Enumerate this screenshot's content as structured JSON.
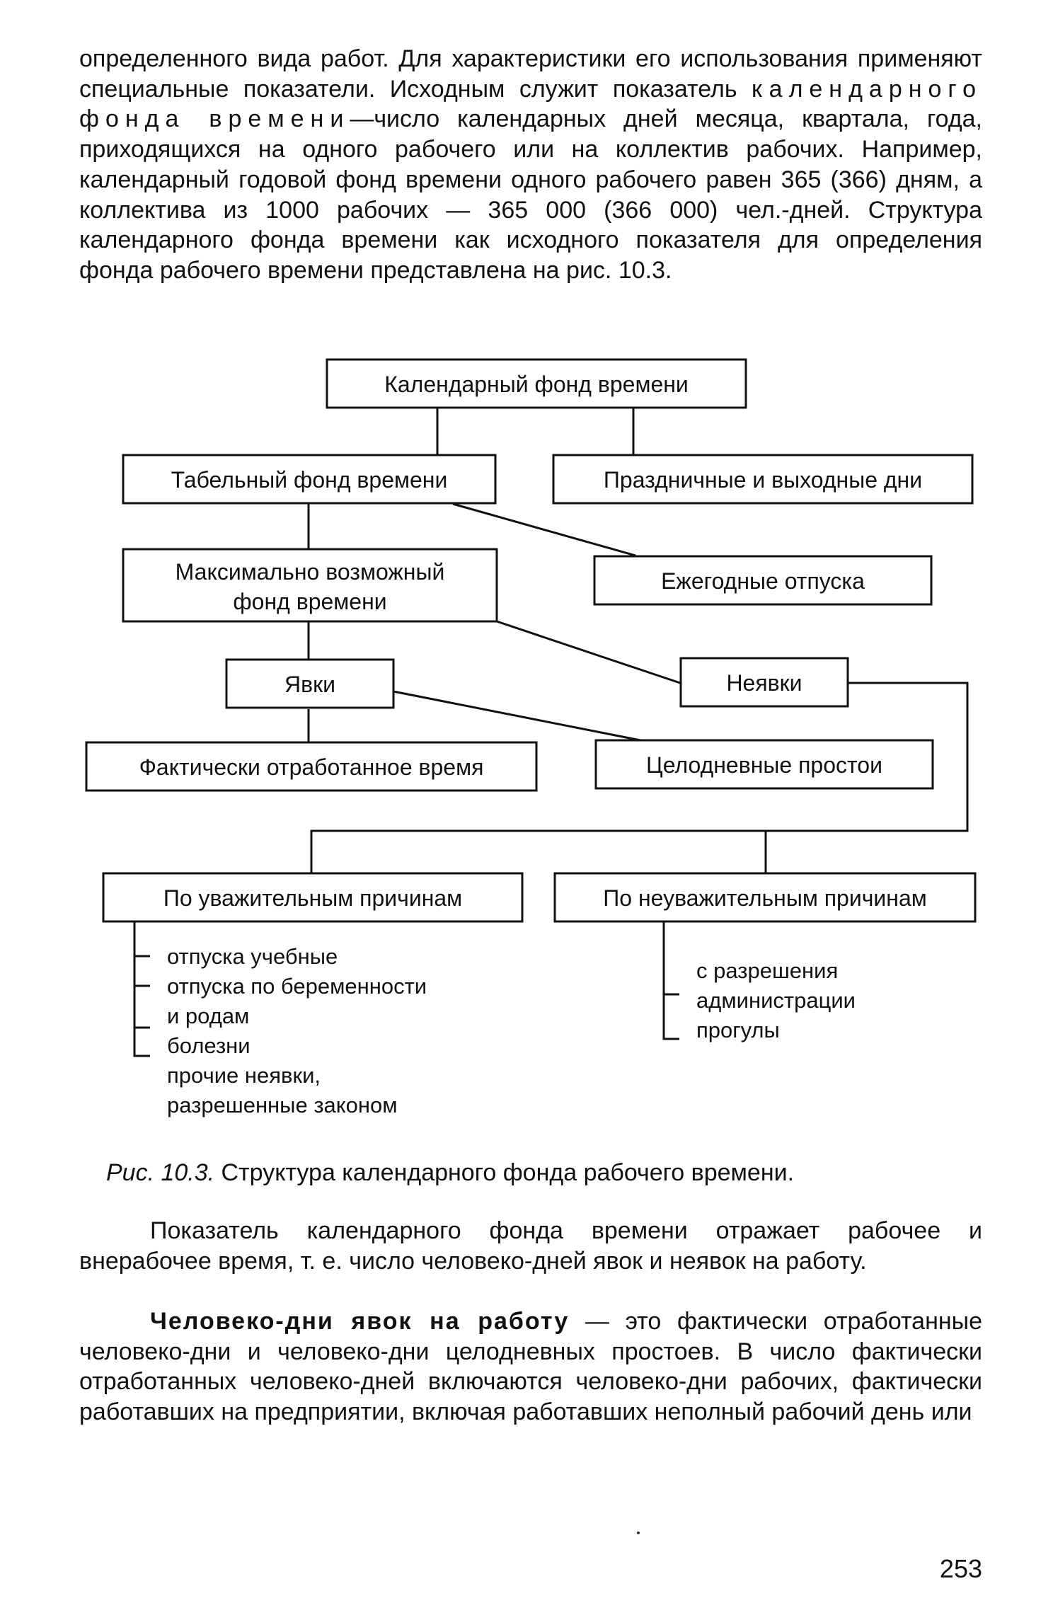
{
  "top_text": {
    "line1": "определенного вида работ. Для характеристики его использования применяют специальные показатели. Исходным служит показатель ",
    "term": "календарного фонда времени",
    "line2": "—число календарных дней месяца, квартала, года, приходящихся на одного рабочего или на коллектив рабочих. Например, календарный годовой фонд времени одного рабочего равен 365 (366) дням, а коллектива из 1000 рабочих — 365 000 (366 000) чел.-дней. Структура календарного фонда времени как исходного показателя для определения фонда рабочего времени представлена на рис. 10.3."
  },
  "diagram": {
    "calendar_fund": "Календарный фонд времени",
    "tabel_fund": "Табельный фонд времени",
    "holidays": "Праздничные и выходные дни",
    "max_fund_line1": "Максимально возможный",
    "max_fund_line2": "фонд времени",
    "vacations": "Ежегодные отпуска",
    "attendance": "Явки",
    "absences": "Неявки",
    "actual_time": "Фактически отработанное время",
    "idle_days": "Целодневные простои",
    "valid_reasons": "По уважительным причинам",
    "invalid_reasons": "По неуважительным причинам",
    "valid_items": [
      "отпуска учебные",
      "отпуска по беременности",
      "и родам",
      "болезни",
      "прочие неявки,",
      "разрешенные законом"
    ],
    "invalid_items": [
      "с разрешения",
      "администрации",
      "прогулы"
    ]
  },
  "caption": {
    "label": "Рис. 10.3.",
    "text": " Структура календарного фонда рабочего времени."
  },
  "paragraph2": "Показатель календарного фонда времени отражает рабочее и внерабочее время, т. е. число человеко-дней явок и неявок на работу.",
  "paragraph3": {
    "term": "Человеко-дни явок на работу",
    "text": " — это фактически отработанные человеко-дни и человеко-дни целодневных простоев. В число фактически отработанных человеко-дней включаются человеко-дни рабочих, фактически работавших на предприятии, включая работавших неполный рабочий день или"
  },
  "page_number": "253"
}
